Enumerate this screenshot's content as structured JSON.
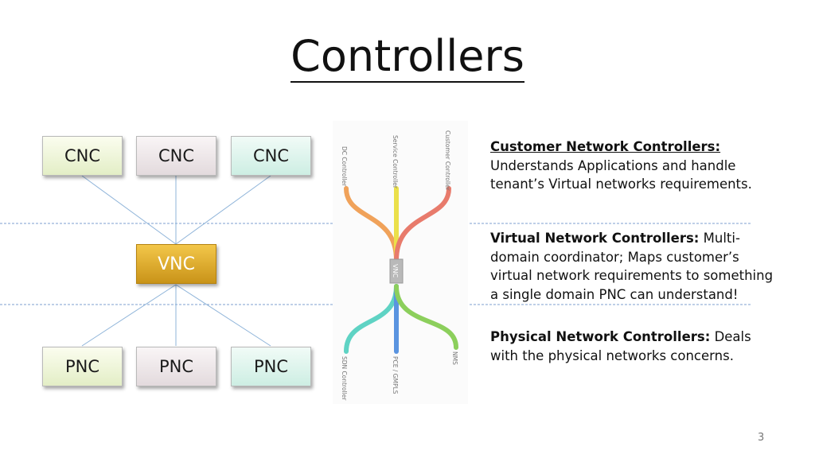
{
  "slide": {
    "title": "Controllers",
    "page_number": "3"
  },
  "boxes": {
    "cnc1": "CNC",
    "cnc2": "CNC",
    "cnc3": "CNC",
    "vnc": "VNC",
    "pnc1": "PNC",
    "pnc2": "PNC",
    "pnc3": "PNC"
  },
  "graphic": {
    "labels": {
      "dc": "DC Controller",
      "service": "Service Controller",
      "customer": "Customer Controller",
      "vnc": "VNC",
      "sdn": "SDN Controller",
      "pce": "PCE / GMPLS",
      "nms": "NMS"
    },
    "colors": {
      "orange": "#f0a25a",
      "yellow": "#ebe04a",
      "red": "#e87b6c",
      "teal": "#5fd3c4",
      "blue": "#5a94e0",
      "green": "#8ccf5c"
    }
  },
  "descriptions": {
    "cnc": {
      "heading": "Customer Network Controllers:",
      "text": "Understands Applications and handle tenant’s Virtual networks requirements."
    },
    "vnc": {
      "heading": "Virtual Network Controllers:",
      "text": "Multi-domain coordinator; Maps customer’s virtual network requirements to something a single domain PNC can understand!"
    },
    "pnc": {
      "heading": "Physical Network Controllers:",
      "text": "Deals with the physical networks concerns."
    }
  },
  "colors": {
    "connector_line": "#8fb4d9",
    "divider": "#7d9fcf"
  }
}
